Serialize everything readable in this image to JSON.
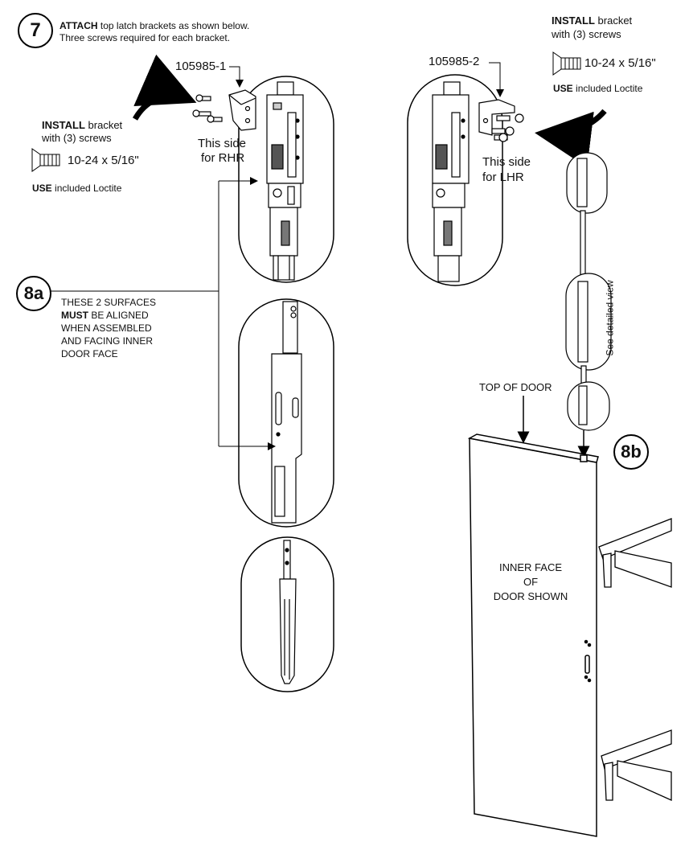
{
  "step7": {
    "badge": "7",
    "attach_bold": "ATTACH",
    "attach_rest": " top latch brackets as shown below.",
    "line2": "Three screws required for each bracket."
  },
  "left_install": {
    "install_bold": "INSTALL",
    "install_rest": " bracket",
    "with_screws": "with (3) screws",
    "screw_spec": "10-24 x 5/16\"",
    "use_bold": "USE",
    "use_rest": " included Loctite"
  },
  "right_install": {
    "install_bold": "INSTALL",
    "install_rest": " bracket",
    "with_screws": "with (3) screws",
    "screw_spec": "10-24 x 5/16\"",
    "use_bold": "USE",
    "use_rest": " included Loctite"
  },
  "parts": {
    "left_part": "105985-1",
    "right_part": "105985-2"
  },
  "sides": {
    "rhr_line1": "This side",
    "rhr_line2": "for RHR",
    "lhr_line1": "This side",
    "lhr_line2": "for LHR"
  },
  "step8a": {
    "badge": "8a",
    "line1": "THESE 2 SURFACES",
    "must_bold": "MUST",
    "line2_rest": " BE ALIGNED",
    "line3": "WHEN ASSEMBLED",
    "line4": "AND FACING INNER",
    "line5": "DOOR FACE"
  },
  "step8b": {
    "badge": "8b",
    "top_of_door": "TOP OF DOOR",
    "detail_note": "See detailed view",
    "inner_face_1": "INNER FACE",
    "inner_face_2": "OF",
    "inner_face_3": "DOOR SHOWN"
  }
}
